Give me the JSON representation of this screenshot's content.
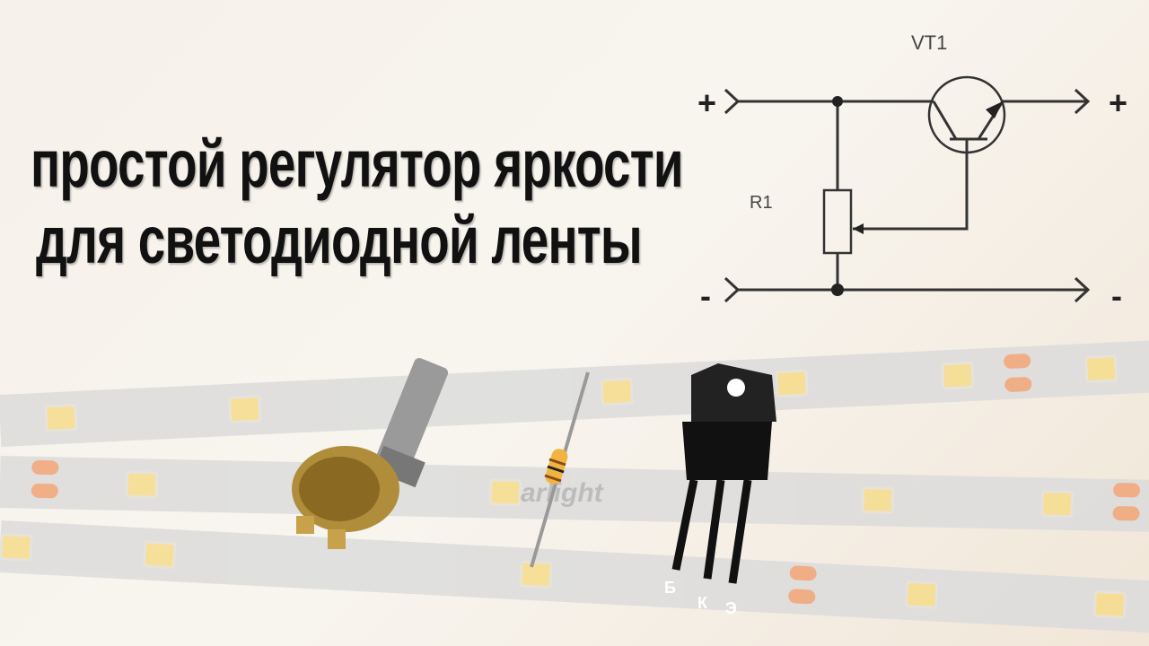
{
  "title": {
    "line1": "простой регулятор яркости",
    "line2": "для светодиодной ленты"
  },
  "schematic": {
    "transistor_label": "VT1",
    "resistor_label": "R1",
    "in_plus": "+",
    "in_minus": "-",
    "out_plus": "+",
    "out_minus": "-"
  },
  "strip_watermark": "arlight",
  "pin_labels": [
    "Б",
    "К",
    "Э"
  ],
  "colors": {
    "background": "#f6f1ea",
    "title": "#111111",
    "led": "#f6dc8a",
    "strip": "#dcdcdc",
    "pad": "#f0a477"
  }
}
